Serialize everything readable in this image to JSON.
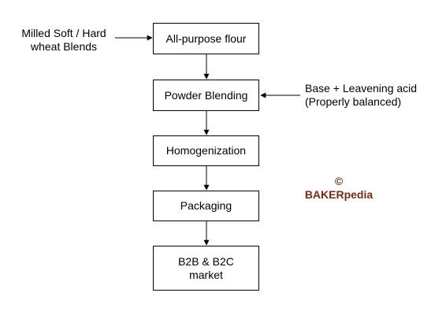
{
  "diagram": {
    "steps": [
      {
        "id": "flour",
        "label": "All-purpose flour"
      },
      {
        "id": "blend",
        "label": "Powder Blending"
      },
      {
        "id": "homog",
        "label": "Homogenization"
      },
      {
        "id": "pack",
        "label": "Packaging"
      },
      {
        "id": "market",
        "label": "B2B & B2C\nmarket"
      }
    ],
    "inputs": {
      "left": "Milled Soft / Hard\nwheat Blends",
      "right": "Base + Leavening acid\n(Properly balanced)"
    },
    "watermark": {
      "symbol": "©",
      "text": "BAKERpedia",
      "color": "#7a2a12"
    }
  }
}
